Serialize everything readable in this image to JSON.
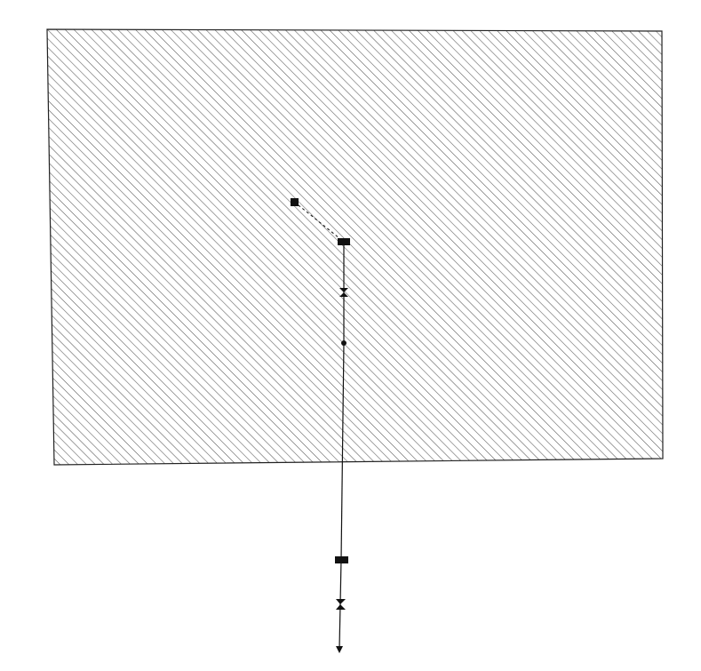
{
  "diagram": {
    "background_color": "#ffffff",
    "area": {
      "fill_pattern": "diagonal-hatch",
      "hatch_color": "#555555",
      "border_color": "#222222"
    },
    "network": {
      "line_color": "#111111",
      "symbols": [
        {
          "kind": "square-node"
        },
        {
          "kind": "rectangular-block"
        },
        {
          "kind": "bowtie-valve"
        },
        {
          "kind": "junction-dot"
        },
        {
          "kind": "rectangular-block"
        },
        {
          "kind": "bowtie-valve"
        },
        {
          "kind": "arrowhead"
        }
      ],
      "links": [
        {
          "style": "dashed"
        },
        {
          "style": "solid"
        }
      ]
    }
  }
}
